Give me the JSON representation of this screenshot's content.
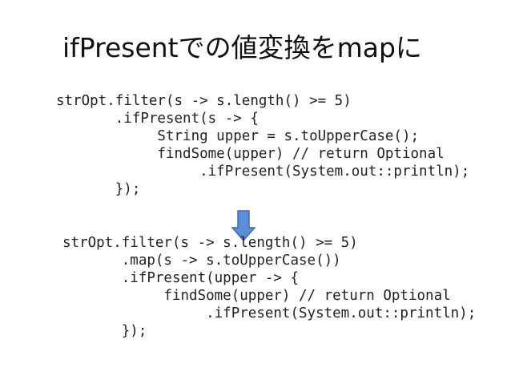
{
  "slide": {
    "title": "ifPresentでの値変換をmapに"
  },
  "code_before": {
    "lines": [
      "strOpt.filter(s -> s.length() >= 5)",
      "       .ifPresent(s -> {",
      "            String upper = s.toUpperCase();",
      "            findSome(upper) // return Optional",
      "                 .ifPresent(System.out::println);",
      "       });"
    ]
  },
  "code_after": {
    "lines": [
      "strOpt.filter(s -> s.length() >= 5)",
      "       .map(s -> s.toUpperCase())",
      "       .ifPresent(upper -> {",
      "            findSome(upper) // return Optional",
      "                 .ifPresent(System.out::println);",
      "       });"
    ]
  },
  "arrow": {
    "icon": "down-arrow-icon",
    "fill": "#5B8CD6",
    "stroke": "#3E6BB5"
  }
}
